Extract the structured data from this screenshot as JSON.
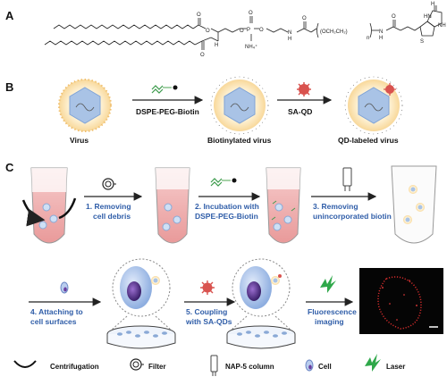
{
  "panels": {
    "a": "A",
    "b": "B",
    "c": "C"
  },
  "panel_a": {
    "atoms": {
      "o1": "O",
      "o2": "O",
      "o3": "O",
      "o4": "O",
      "o5": "O",
      "o6": "O",
      "o7": "O",
      "h": "H",
      "p": "P",
      "nh4": "NH₄⁺",
      "n1": "N",
      "h1": "H",
      "n2": "N",
      "h2": "H",
      "peg": "(OCH₂CH₂)",
      "peg_n": "n",
      "hn": "HN",
      "nh": "NH",
      "s": "S",
      "hh": "H",
      "o8": "O"
    }
  },
  "panel_b": {
    "virus_label": "Virus",
    "reagent1": "DSPE-PEG-Biotin",
    "biotinylated_label": "Biotinylated virus",
    "reagent2": "SA-QD",
    "qd_label": "QD-labeled virus"
  },
  "panel_c": {
    "step1": [
      "1. Removing",
      "cell debris"
    ],
    "step2": [
      "2. Incubation with",
      "DSPE-PEG-Biotin"
    ],
    "step3": [
      "3. Removing",
      "unincorporated biotin"
    ],
    "step4": [
      "4. Attaching to",
      "cell surfaces"
    ],
    "step5": [
      "5. Coupling",
      "with SA-QDs"
    ],
    "step6": [
      "Fluorescence",
      "imaging"
    ]
  },
  "legend": {
    "centrifugation": "Centrifugation",
    "filter": "Filter",
    "column": "NAP-5 column",
    "cell": "Cell",
    "laser": "Laser"
  },
  "colors": {
    "step_text": "#2f5da8",
    "virus_core": "#a9c3e6",
    "virus_halo": "#fbe3b0",
    "tube_liquid": "#f2b9b9",
    "qd": "#d9534f",
    "laser": "#2fa84a",
    "cell": "#b9cdee",
    "nucleus": "#6a3fa0"
  }
}
